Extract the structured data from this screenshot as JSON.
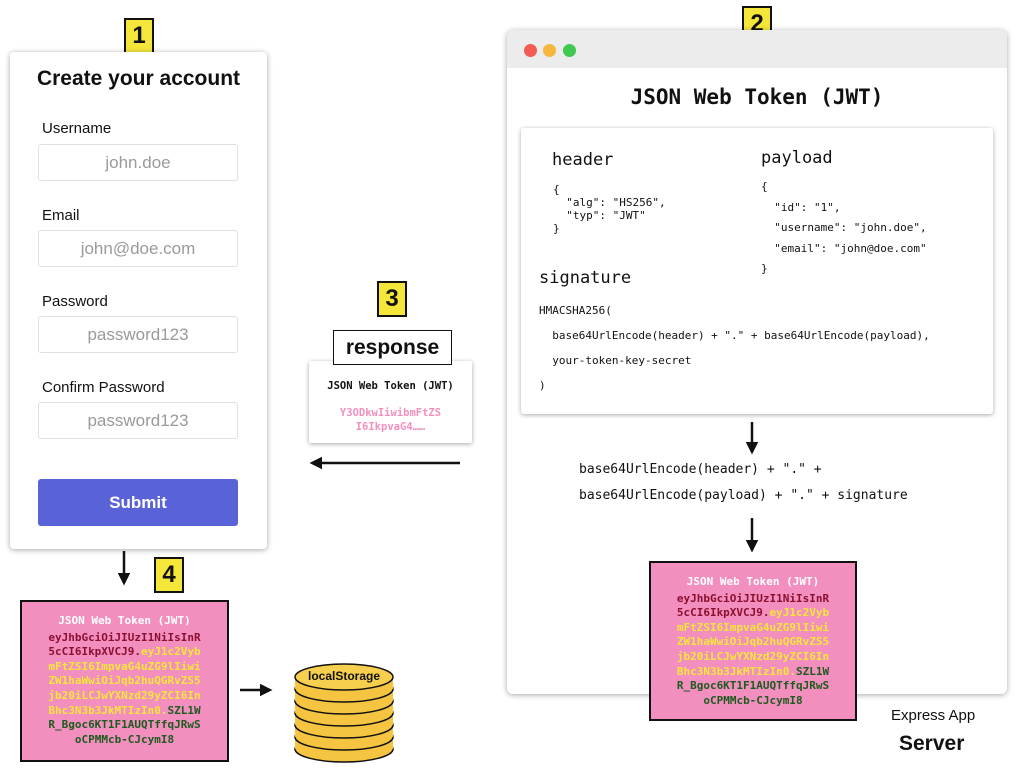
{
  "steps": {
    "one": "1",
    "two": "2",
    "three": "3",
    "four": "4"
  },
  "form": {
    "title": "Create your account",
    "fields": [
      {
        "label": "Username",
        "placeholder": "john.doe"
      },
      {
        "label": "Email",
        "placeholder": "john@doe.com"
      },
      {
        "label": "Password",
        "placeholder": "password123"
      },
      {
        "label": "Confirm Password",
        "placeholder": "password123"
      }
    ],
    "submit_label": "Submit"
  },
  "server": {
    "window_title": "JSON Web Token (JWT)",
    "header_title": "header",
    "header_code": "{\n  \"alg\": \"HS256\",\n  \"typ\": \"JWT\"\n}",
    "payload_title": "payload",
    "payload_code": "{\n  \"id\": \"1\",\n  \"username\": \"john.doe\",\n  \"email\": \"john@doe.com\"\n}",
    "signature_title": "signature",
    "signature_code": "HMACSHA256(\n  base64UrlEncode(header) + \".\" + base64UrlEncode(payload),\n  your-token-key-secret\n)",
    "formula_line1": "base64UrlEncode(header) + \".\" +",
    "formula_line2": "base64UrlEncode(payload) + \".\" + signature",
    "app_label": "Express App",
    "server_label": "Server"
  },
  "jwt_token": {
    "title": "JSON Web Token (JWT)",
    "lines": [
      [
        {
          "text": "eyJhbGciOiJIUzI1NiIsInR",
          "part": "header"
        }
      ],
      [
        {
          "text": "5cCI6IkpXVCJ9.",
          "part": "header"
        },
        {
          "text": "eyJ1c2Vyb",
          "part": "payload"
        }
      ],
      [
        {
          "text": "mFtZSI6ImpvaG4uZG9lIiwi",
          "part": "payload"
        }
      ],
      [
        {
          "text": "ZW1haWwiOiJqb2huQGRvZS5",
          "part": "payload"
        }
      ],
      [
        {
          "text": "jb20iLCJwYXNzd29yZCI6In",
          "part": "payload"
        }
      ],
      [
        {
          "text": "Bhc3N3b3JkMTIzIn0.",
          "part": "payload"
        },
        {
          "text": "SZL1W",
          "part": "signature"
        }
      ],
      [
        {
          "text": "R_Bgoc6KT1F1AUQTffqJRwS",
          "part": "signature"
        }
      ],
      [
        {
          "text": "oCPMMcb-CJcymI8",
          "part": "signature"
        }
      ]
    ]
  },
  "response": {
    "label": "response",
    "title": "JSON Web Token (JWT)",
    "token_preview": "Y3ODkwIiwibmFtZS\nI6IkpvaG4……"
  },
  "storage": {
    "label": "localStorage"
  },
  "colors": {
    "accent_button": "#5a62d8",
    "token_box": "#f28fbf",
    "token_header": "#8b1030",
    "token_payload": "#f5e63a",
    "token_signature": "#1d5a1d",
    "badge": "#f5e63a",
    "coin": "#f5c542"
  }
}
